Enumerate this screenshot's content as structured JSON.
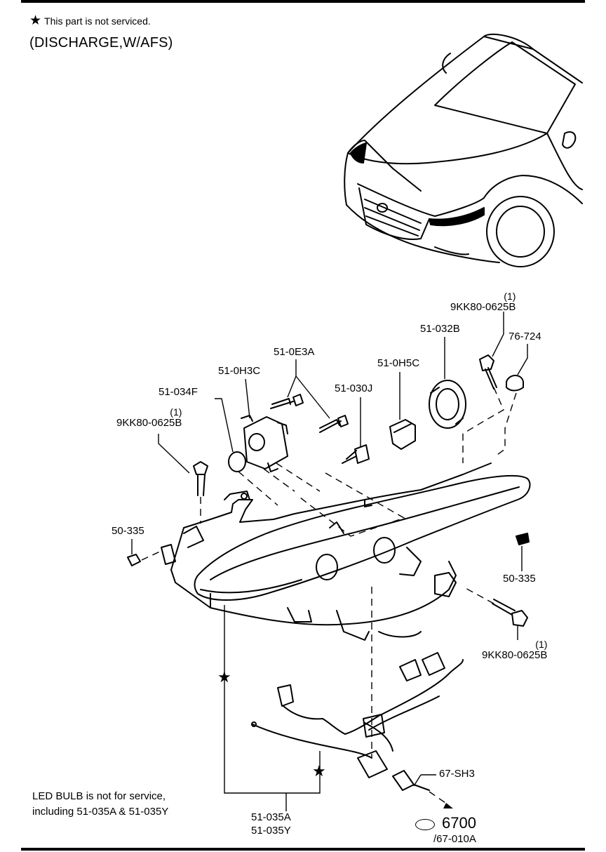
{
  "legend": {
    "star": "★",
    "text": "This part is not serviced."
  },
  "variant": "(DISCHARGE,W/AFS)",
  "parts": {
    "bolt_top_right": {
      "qty": "(1)",
      "code": "9KK80-0625B"
    },
    "bracket_clip": "76-724",
    "cover": "51-032B",
    "socket": "51-0H5C",
    "screws": "51-0E3A",
    "ballast": "51-0H3C",
    "bulb": "51-030J",
    "seal_ring": "51-034F",
    "bolt_left": {
      "qty": "(1)",
      "code": "9KK80-0625B"
    },
    "nut_left": "50-335",
    "nut_right": "50-335",
    "bolt_bottom_right": {
      "qty": "(1)",
      "code": "9KK80-0625B"
    },
    "harness": "67-SH3",
    "assembly_line1": "51-035A",
    "assembly_line2": "51-035Y",
    "ref_group": "6700",
    "ref_sub": "/67-010A"
  },
  "star_marks": [
    "★",
    "★"
  ],
  "footnote": {
    "line1": "LED BULB is not for service,",
    "line2": "including  51-035A & 51-035Y"
  }
}
